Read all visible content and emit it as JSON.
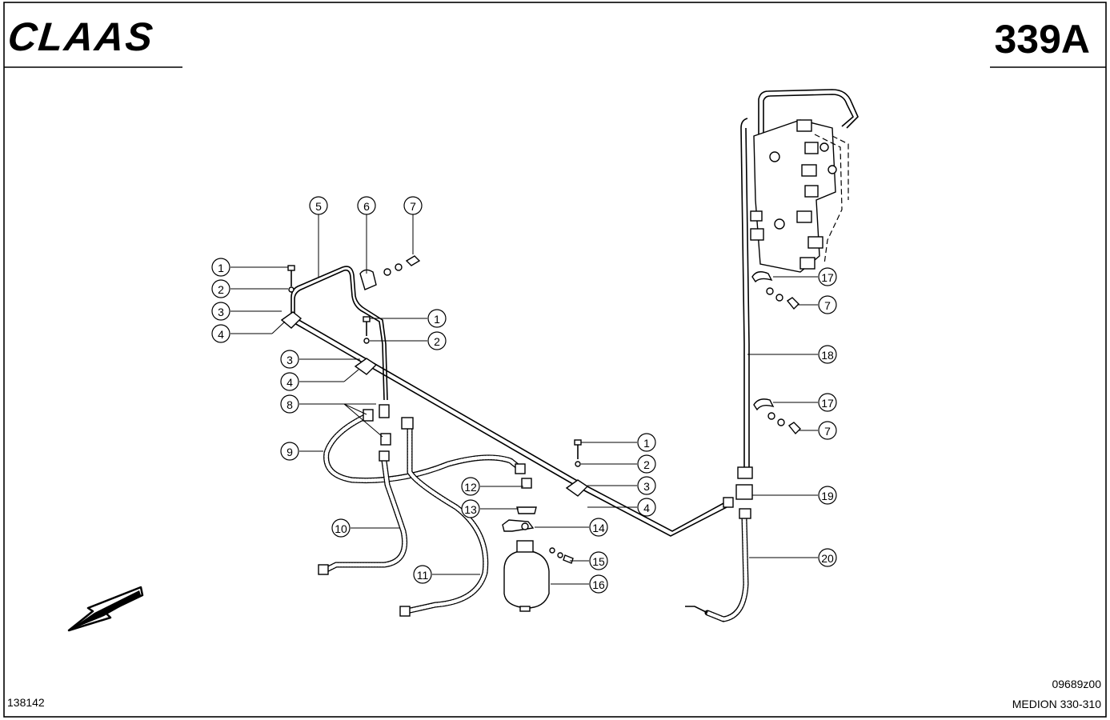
{
  "header": {
    "brand": "CLAAS",
    "page_number": "339A"
  },
  "footer": {
    "figure_id": "138142",
    "drawing_code": "09689z00",
    "model": "MEDION 330-310"
  },
  "callouts": [
    {
      "id": "c5",
      "label": "5"
    },
    {
      "id": "c6",
      "label": "6"
    },
    {
      "id": "c7a",
      "label": "7"
    },
    {
      "id": "c1a",
      "label": "1"
    },
    {
      "id": "c2a",
      "label": "2"
    },
    {
      "id": "c3a",
      "label": "3"
    },
    {
      "id": "c4a",
      "label": "4"
    },
    {
      "id": "c1b",
      "label": "1"
    },
    {
      "id": "c2b",
      "label": "2"
    },
    {
      "id": "c3b",
      "label": "3"
    },
    {
      "id": "c4b",
      "label": "4"
    },
    {
      "id": "c8",
      "label": "8"
    },
    {
      "id": "c9",
      "label": "9"
    },
    {
      "id": "c10",
      "label": "10"
    },
    {
      "id": "c11",
      "label": "11"
    },
    {
      "id": "c12",
      "label": "12"
    },
    {
      "id": "c13",
      "label": "13"
    },
    {
      "id": "c14",
      "label": "14"
    },
    {
      "id": "c15",
      "label": "15"
    },
    {
      "id": "c16",
      "label": "16"
    },
    {
      "id": "c1c",
      "label": "1"
    },
    {
      "id": "c2c",
      "label": "2"
    },
    {
      "id": "c3c",
      "label": "3"
    },
    {
      "id": "c4c",
      "label": "4"
    },
    {
      "id": "c17a",
      "label": "17"
    },
    {
      "id": "c7b",
      "label": "7"
    },
    {
      "id": "c18",
      "label": "18"
    },
    {
      "id": "c17b",
      "label": "17"
    },
    {
      "id": "c7c",
      "label": "7"
    },
    {
      "id": "c19",
      "label": "19"
    },
    {
      "id": "c20",
      "label": "20"
    }
  ]
}
